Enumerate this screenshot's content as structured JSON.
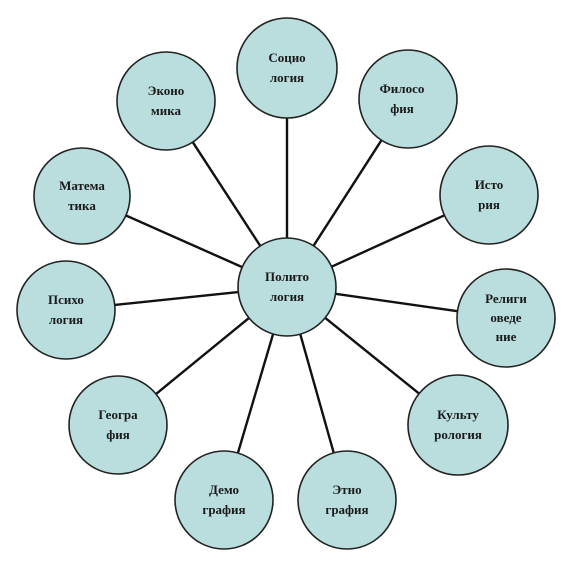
{
  "center": {
    "lines": [
      "Полито",
      "логия"
    ]
  },
  "nodes": [
    {
      "id": "sociology",
      "lines": [
        "Социо",
        "логия"
      ]
    },
    {
      "id": "philosophy",
      "lines": [
        "Филосо",
        "фия"
      ]
    },
    {
      "id": "history",
      "lines": [
        "Исто",
        "рия"
      ]
    },
    {
      "id": "religious-studies",
      "lines": [
        "Религи",
        "оведе",
        "ние"
      ]
    },
    {
      "id": "culturology",
      "lines": [
        "Культу",
        "рология"
      ]
    },
    {
      "id": "ethnography",
      "lines": [
        "Этно",
        "графия"
      ]
    },
    {
      "id": "demography",
      "lines": [
        "Демо",
        "графия"
      ]
    },
    {
      "id": "geography",
      "lines": [
        "Геогра",
        "фия"
      ]
    },
    {
      "id": "psychology",
      "lines": [
        "Психо",
        "логия"
      ]
    },
    {
      "id": "mathematics",
      "lines": [
        "Матема",
        "тика"
      ]
    },
    {
      "id": "economics",
      "lines": [
        "Эконо",
        "мика"
      ]
    }
  ],
  "colors": {
    "node_fill": "#b9dedd",
    "stroke": "#222222",
    "spoke": "#111111"
  }
}
